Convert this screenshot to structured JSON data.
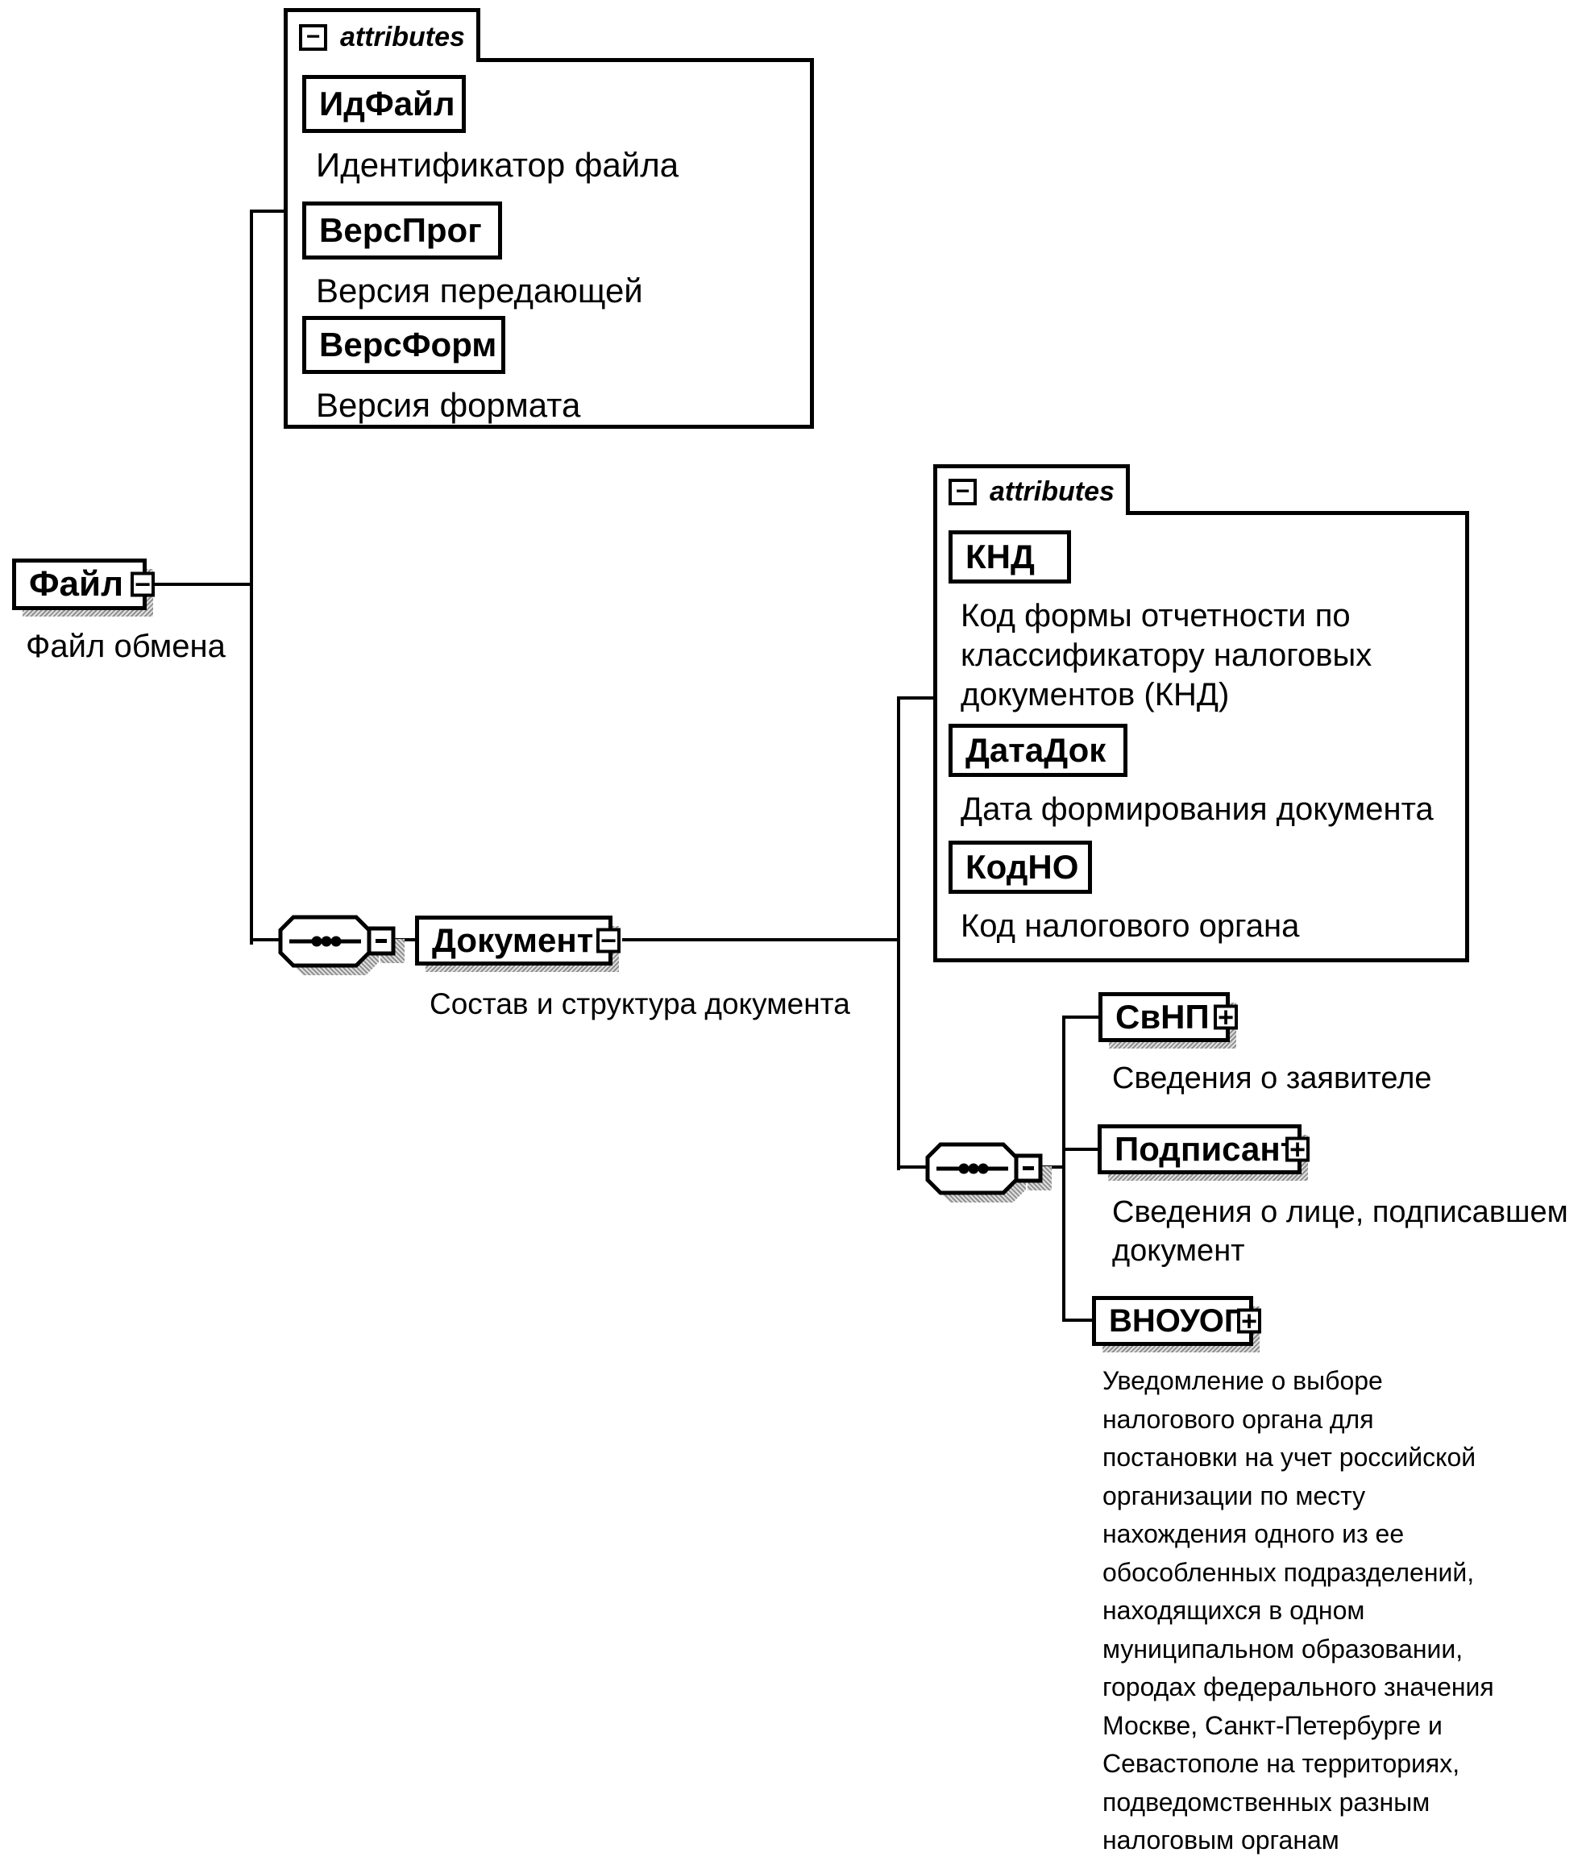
{
  "diagram": {
    "file_attributes_group": {
      "tab_label": "attributes",
      "collapse_glyph": "−",
      "attributes": [
        {
          "name": "ИдФайл",
          "annotation": "Идентификатор файла"
        },
        {
          "name": "ВерсПрог",
          "annotation": "Версия передающей программы"
        },
        {
          "name": "ВерсФорм",
          "annotation": "Версия формата"
        }
      ]
    },
    "file": {
      "name": "Файл",
      "expander_glyph": "−",
      "annotation": "Файл обмена"
    },
    "document": {
      "name": "Документ",
      "expander_glyph": "−",
      "annotation": "Состав и структура документа"
    },
    "document_attributes_group": {
      "tab_label": "attributes",
      "collapse_glyph": "−",
      "attributes": [
        {
          "name": "КНД",
          "annotation": "Код формы отчетности по\nклассификатору налоговых\nдокументов (КНД)"
        },
        {
          "name": "ДатаДок",
          "annotation": "Дата формирования документа"
        },
        {
          "name": "КодНО",
          "annotation": "Код налогового органа"
        }
      ]
    },
    "document_children": [
      {
        "name": "СвНП",
        "expander_glyph": "+",
        "annotation": "Сведения о заявителе"
      },
      {
        "name": "Подписант",
        "expander_glyph": "+",
        "annotation": "Сведения о лице, подписавшем\nдокумент"
      },
      {
        "name": "ВНОУОП",
        "expander_glyph": "+",
        "annotation": "Уведомление о выборе\nналогового органа для\nпостановки на учет российской\nорганизации по месту\nнахождения одного из ее\nобособленных подразделений,\nнаходящихся в одном\nмуниципальном образовании,\nгородах федерального значения\nМоскве, Санкт-Петербурге и\nСевастополе на территориях,\nподведомственных разным\nналоговым органам"
      }
    ]
  }
}
